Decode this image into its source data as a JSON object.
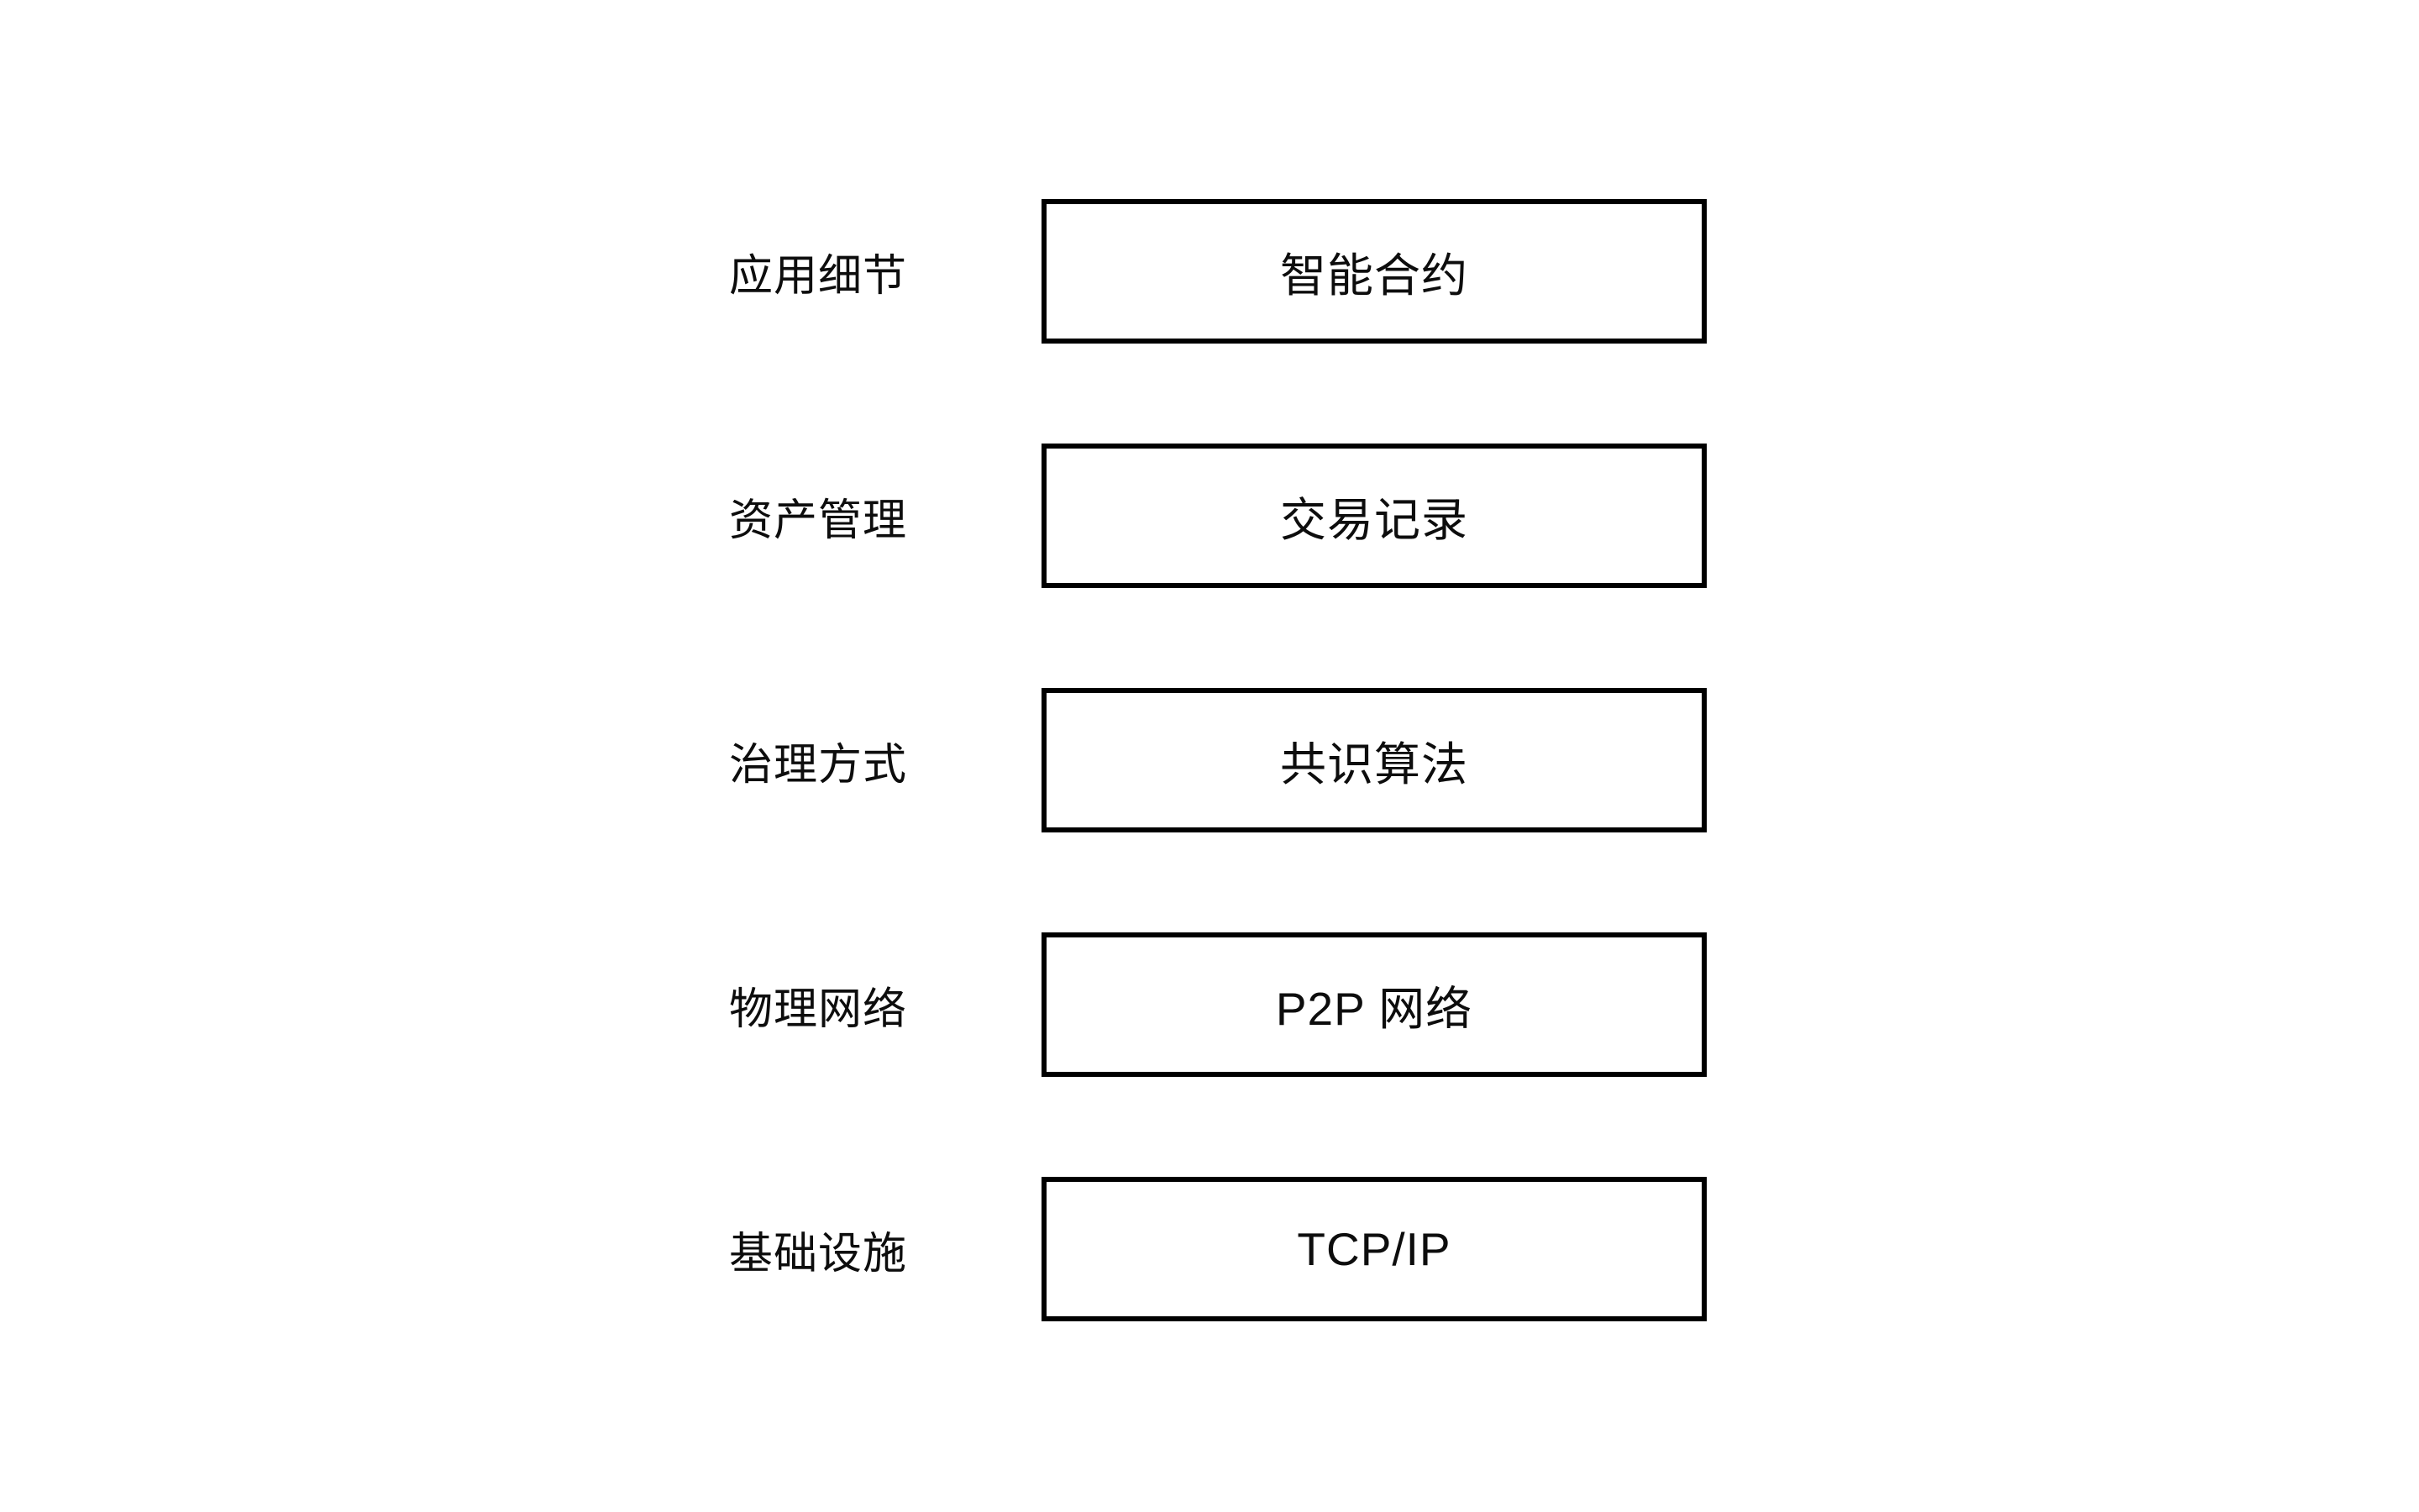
{
  "page": {
    "background_color": "#ffffff"
  },
  "diagram": {
    "type": "layered-stack",
    "colors": {
      "box_border": "#000000",
      "box_fill": "#ffffff",
      "text": "#0d0d0d"
    },
    "rows": [
      {
        "label": "应用细节",
        "box": "智能合约"
      },
      {
        "label": "资产管理",
        "box": "交易记录"
      },
      {
        "label": "治理方式",
        "box": "共识算法"
      },
      {
        "label": "物理网络",
        "box": "P2P 网络"
      },
      {
        "label": "基础设施",
        "box": "TCP/IP"
      }
    ]
  }
}
